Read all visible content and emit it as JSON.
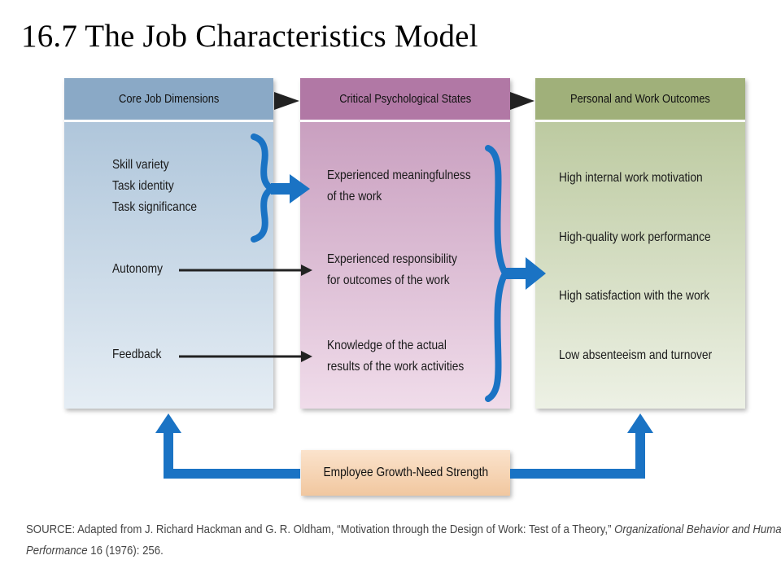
{
  "title": "16.7 The Job Characteristics Model",
  "columns": {
    "core": {
      "header": "Core Job Dimensions",
      "items": [
        "Skill variety",
        "Task identity",
        "Task significance",
        "Autonomy",
        "Feedback"
      ]
    },
    "states": {
      "header": "Critical Psychological States",
      "items": [
        {
          "line1": "Experienced meaningfulness",
          "line2": "of the work"
        },
        {
          "line1": "Experienced responsibility",
          "line2": "for outcomes of the work"
        },
        {
          "line1": "Knowledge of the actual",
          "line2": "results of the work activities"
        }
      ]
    },
    "outcomes": {
      "header": "Personal and Work Outcomes",
      "items": [
        "High internal work motivation",
        "High-quality work performance",
        "High satisfaction with the work",
        "Low absenteeism and turnover"
      ]
    }
  },
  "moderator": "Employee Growth-Need Strength",
  "source": {
    "prefix": "SOURCE: Adapted from J. Richard Hackman and G. R. Oldham, “Motivation through the Design of  Work: Test of a Theory,” ",
    "journal_line1": "Organizational Behavior and Human",
    "journal_line2": "Performance",
    "suffix": " 16 (1976): 256."
  },
  "colors": {
    "arrow_blue": "#1a73c4",
    "core_header": "#8aa9c6",
    "states_header": "#b178a5",
    "outcomes_header": "#a0b07a",
    "moderator_fill": "#f1c79f"
  }
}
